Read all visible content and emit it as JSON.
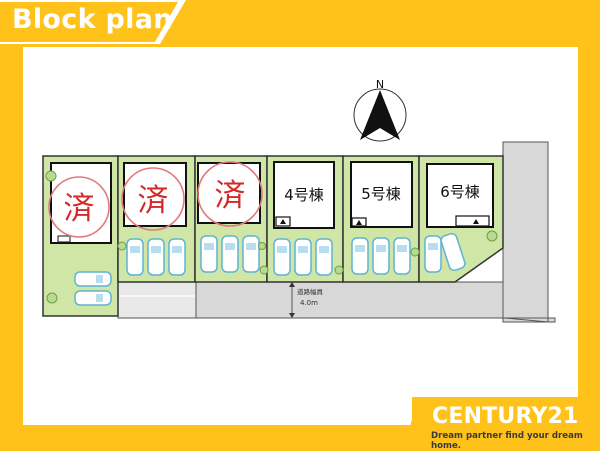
{
  "header": {
    "title": "Block plan"
  },
  "compass": {
    "label": "N"
  },
  "lots": [
    {
      "id": "lot-1",
      "label": "",
      "sold_mark": "済"
    },
    {
      "id": "lot-2",
      "label": "",
      "sold_mark": "済"
    },
    {
      "id": "lot-3",
      "label": "",
      "sold_mark": "済"
    },
    {
      "id": "lot-4",
      "label": "4号棟",
      "sold_mark": ""
    },
    {
      "id": "lot-5",
      "label": "5号棟",
      "sold_mark": ""
    },
    {
      "id": "lot-6",
      "label": "6号棟",
      "sold_mark": ""
    }
  ],
  "road": {
    "label": "道路幅員",
    "width": "4.0m"
  },
  "brand": {
    "name": "CENTURY21",
    "tagline": "Dream partner find your dream home."
  },
  "colors": {
    "background": "#ffc21a",
    "lot_fill": "#cfe6a7",
    "road": "#d8d8d8",
    "sold_mark": "#d22a2a",
    "car": "#7ec6e0"
  }
}
